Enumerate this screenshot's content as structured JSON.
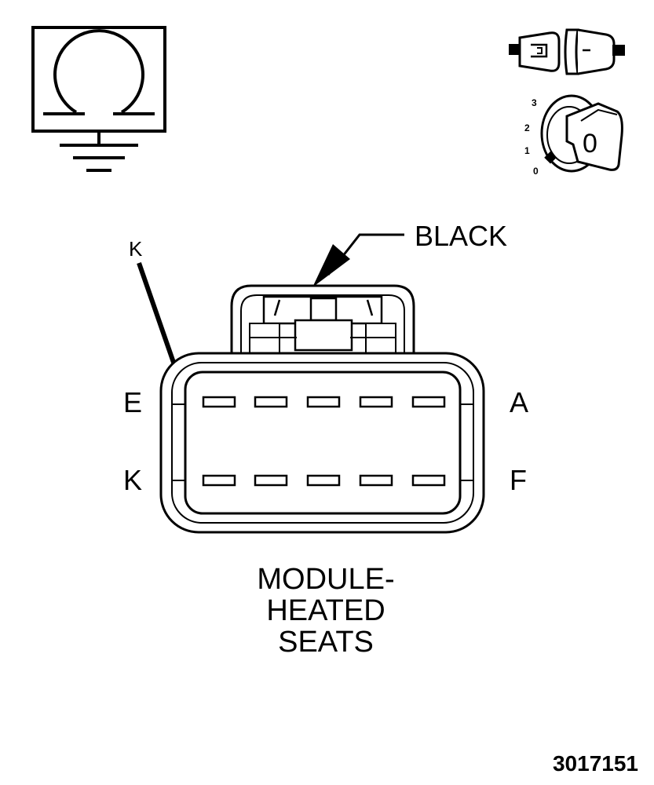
{
  "icons": {
    "ohmmeter": "ohmmeter-ground-icon",
    "connector": "disconnected-connector-icon",
    "ignition": "ignition-key-off-icon"
  },
  "ignition": {
    "positions": [
      "3",
      "2",
      "1",
      "0"
    ],
    "key_label": "0"
  },
  "connector": {
    "color_label": "BLACK",
    "callout_pin": "K",
    "left_labels": [
      "E",
      "K"
    ],
    "right_labels": [
      "A",
      "F"
    ],
    "title_lines": [
      "MODULE-",
      "HEATED",
      "SEATS"
    ]
  },
  "figure_number": "3017151"
}
